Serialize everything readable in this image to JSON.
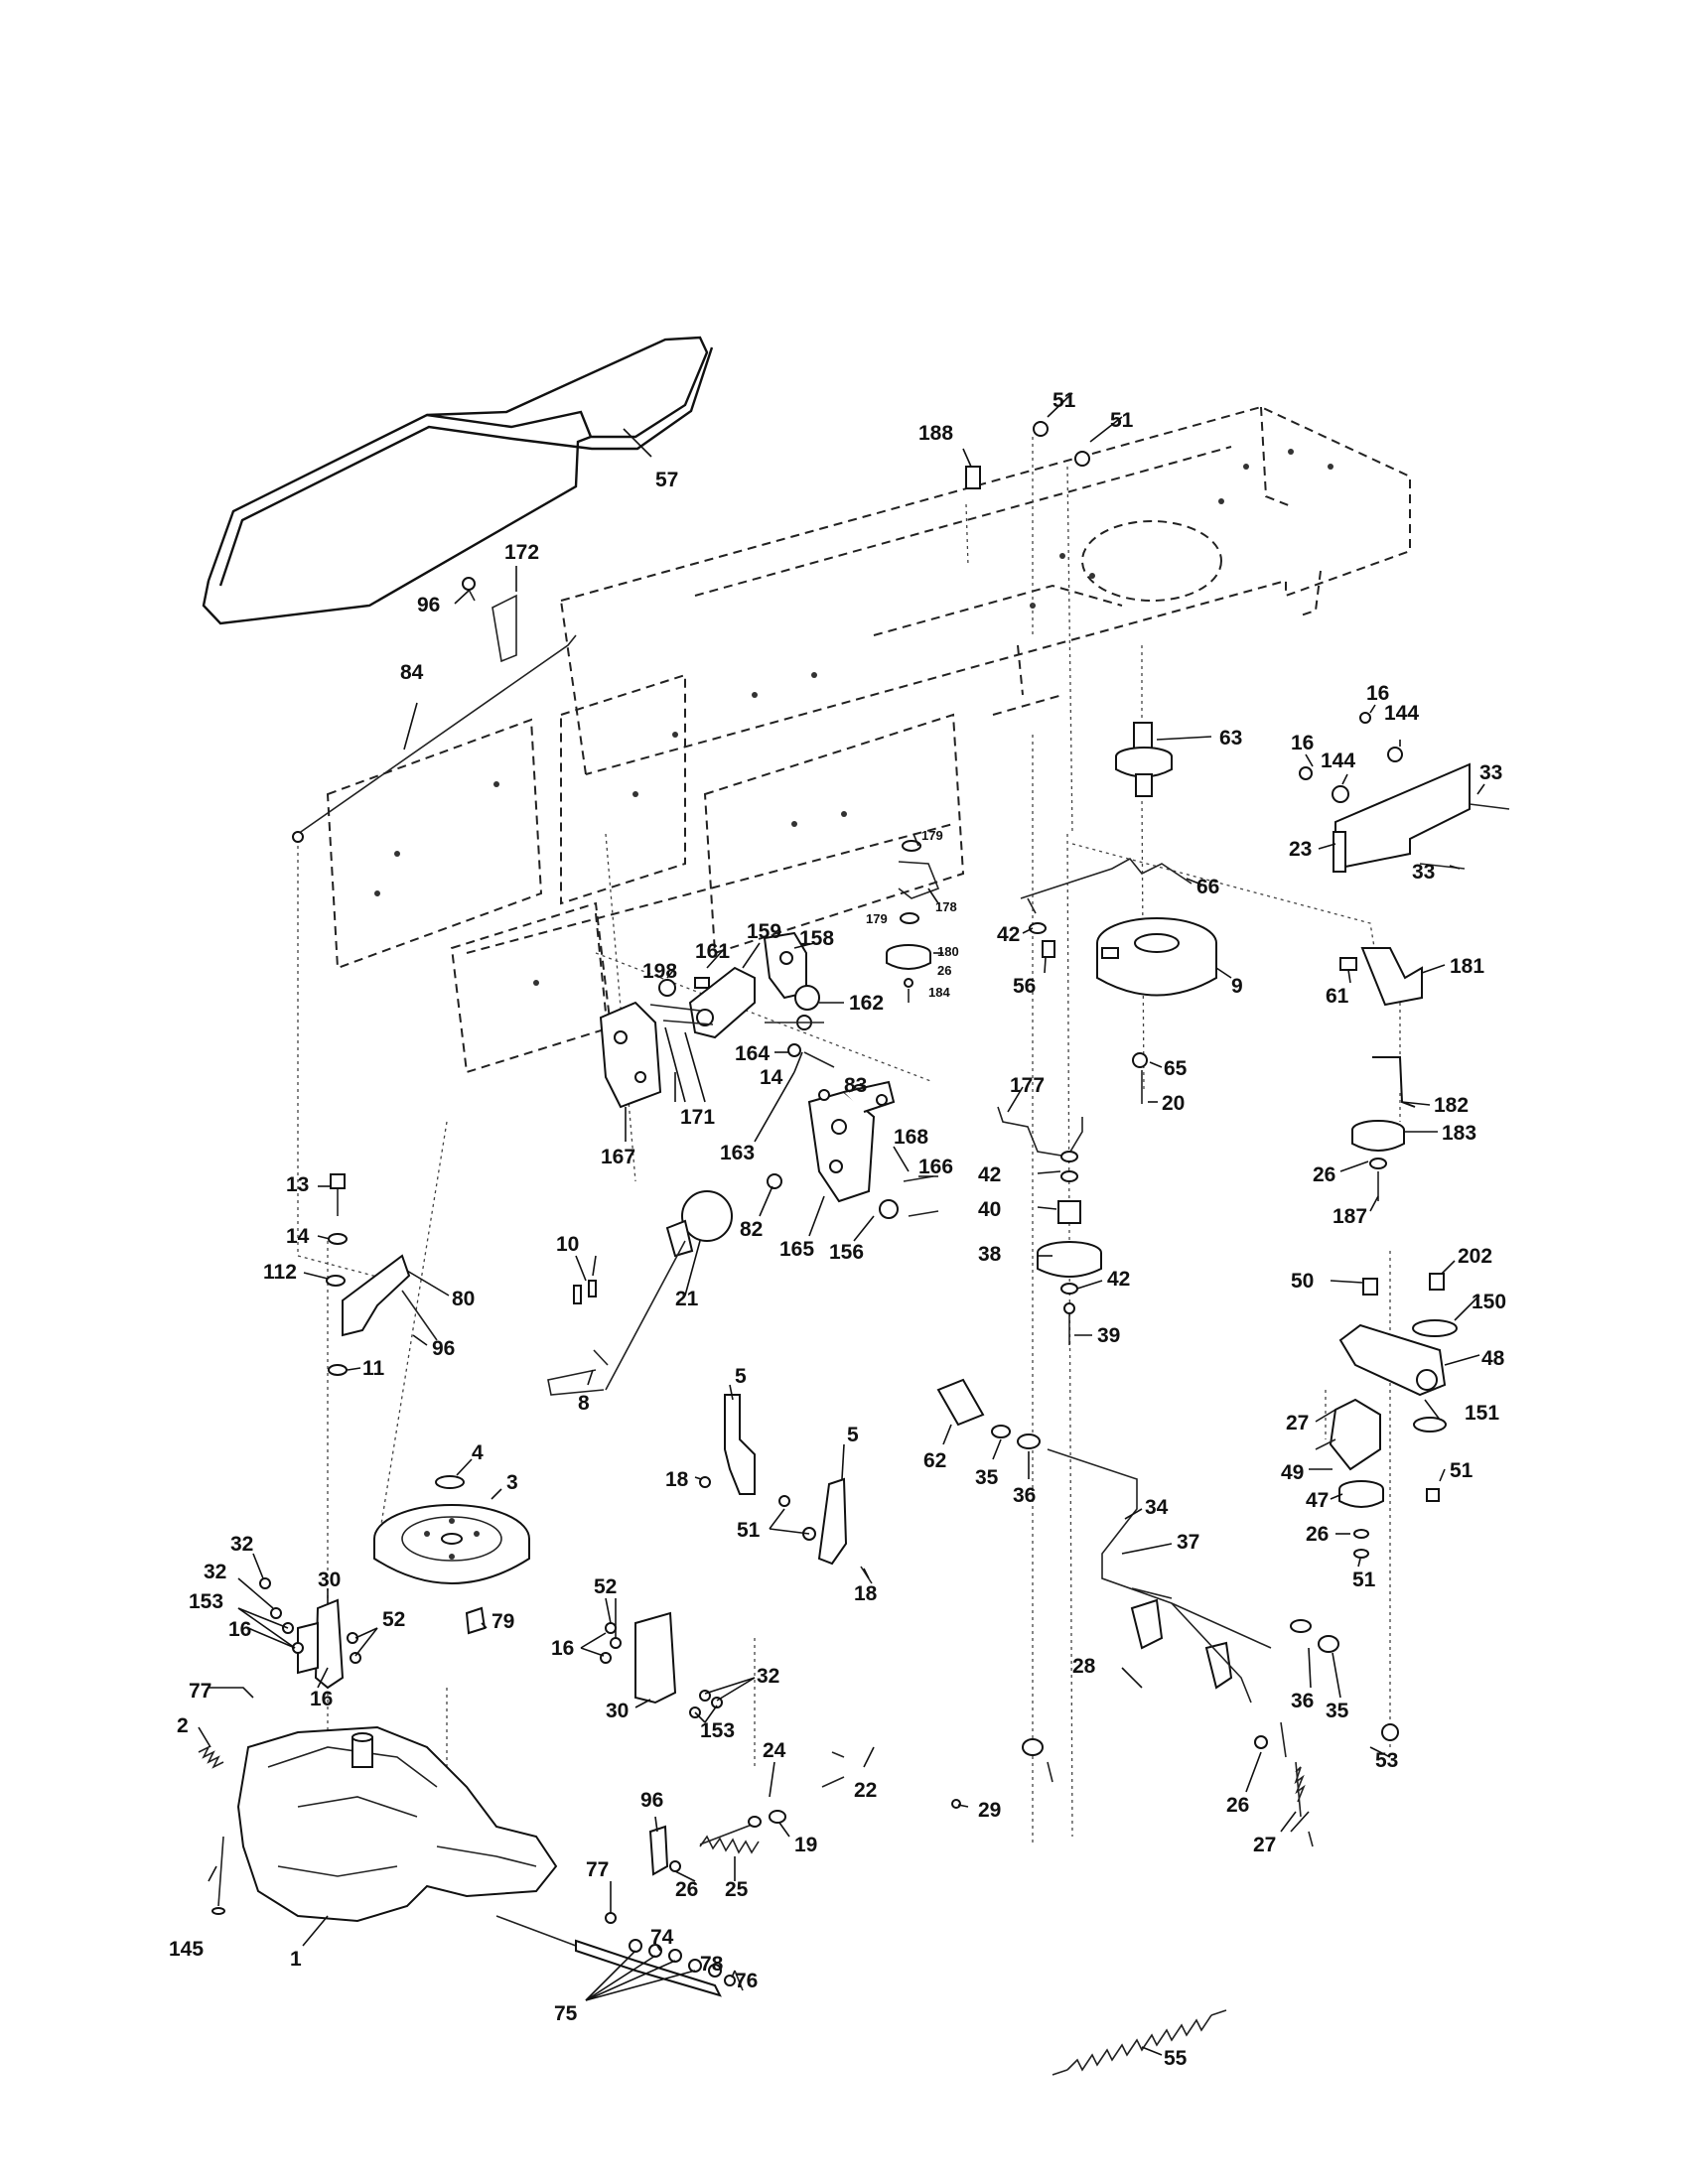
{
  "diagram": {
    "callouts": [
      {
        "id": "c57",
        "text": "57"
      },
      {
        "id": "c172",
        "text": "172"
      },
      {
        "id": "c96a",
        "text": "96"
      },
      {
        "id": "c84",
        "text": "84"
      },
      {
        "id": "c188",
        "text": "188"
      },
      {
        "id": "c51a",
        "text": "51"
      },
      {
        "id": "c51b",
        "text": "51"
      },
      {
        "id": "c63",
        "text": "63"
      },
      {
        "id": "c16a",
        "text": "16"
      },
      {
        "id": "c16b",
        "text": "16"
      },
      {
        "id": "c144a",
        "text": "144"
      },
      {
        "id": "c144b",
        "text": "144"
      },
      {
        "id": "c33a",
        "text": "33"
      },
      {
        "id": "c33b",
        "text": "33"
      },
      {
        "id": "c23",
        "text": "23"
      },
      {
        "id": "c66",
        "text": "66"
      },
      {
        "id": "c179a",
        "text": "179"
      },
      {
        "id": "c178",
        "text": "178"
      },
      {
        "id": "c179b",
        "text": "179"
      },
      {
        "id": "c180",
        "text": "180"
      },
      {
        "id": "c26a",
        "text": "26"
      },
      {
        "id": "c184",
        "text": "184"
      },
      {
        "id": "c42a",
        "text": "42"
      },
      {
        "id": "c56",
        "text": "56"
      },
      {
        "id": "c9",
        "text": "9"
      },
      {
        "id": "c65",
        "text": "65"
      },
      {
        "id": "c20",
        "text": "20"
      },
      {
        "id": "c61",
        "text": "61"
      },
      {
        "id": "c181",
        "text": "181"
      },
      {
        "id": "c182",
        "text": "182"
      },
      {
        "id": "c183",
        "text": "183"
      },
      {
        "id": "c26b",
        "text": "26"
      },
      {
        "id": "c187",
        "text": "187"
      },
      {
        "id": "c161",
        "text": "161"
      },
      {
        "id": "c159",
        "text": "159"
      },
      {
        "id": "c158",
        "text": "158"
      },
      {
        "id": "c198",
        "text": "198"
      },
      {
        "id": "c162",
        "text": "162"
      },
      {
        "id": "c164",
        "text": "164"
      },
      {
        "id": "c14a",
        "text": "14"
      },
      {
        "id": "c83",
        "text": "83"
      },
      {
        "id": "c171",
        "text": "171"
      },
      {
        "id": "c163",
        "text": "163"
      },
      {
        "id": "c167",
        "text": "167"
      },
      {
        "id": "c168",
        "text": "168"
      },
      {
        "id": "c166",
        "text": "166"
      },
      {
        "id": "c82",
        "text": "82"
      },
      {
        "id": "c165",
        "text": "165"
      },
      {
        "id": "c156",
        "text": "156"
      },
      {
        "id": "c177",
        "text": "177"
      },
      {
        "id": "c42b",
        "text": "42"
      },
      {
        "id": "c40",
        "text": "40"
      },
      {
        "id": "c38",
        "text": "38"
      },
      {
        "id": "c42c",
        "text": "42"
      },
      {
        "id": "c39",
        "text": "39"
      },
      {
        "id": "c13",
        "text": "13"
      },
      {
        "id": "c14b",
        "text": "14"
      },
      {
        "id": "c112",
        "text": "112"
      },
      {
        "id": "c80",
        "text": "80"
      },
      {
        "id": "c96b",
        "text": "96"
      },
      {
        "id": "c11",
        "text": "11"
      },
      {
        "id": "c10",
        "text": "10"
      },
      {
        "id": "c21",
        "text": "21"
      },
      {
        "id": "c8",
        "text": "8"
      },
      {
        "id": "c50",
        "text": "50"
      },
      {
        "id": "c202",
        "text": "202"
      },
      {
        "id": "c150",
        "text": "150"
      },
      {
        "id": "c48",
        "text": "48"
      },
      {
        "id": "c27a",
        "text": "27"
      },
      {
        "id": "c151",
        "text": "151"
      },
      {
        "id": "c49",
        "text": "49"
      },
      {
        "id": "c51c",
        "text": "51"
      },
      {
        "id": "c47",
        "text": "47"
      },
      {
        "id": "c26c",
        "text": "26"
      },
      {
        "id": "c51d",
        "text": "51"
      },
      {
        "id": "c5a",
        "text": "5"
      },
      {
        "id": "c5b",
        "text": "5"
      },
      {
        "id": "c18a",
        "text": "18"
      },
      {
        "id": "c51e",
        "text": "51"
      },
      {
        "id": "c18b",
        "text": "18"
      },
      {
        "id": "c62",
        "text": "62"
      },
      {
        "id": "c35a",
        "text": "35"
      },
      {
        "id": "c36a",
        "text": "36"
      },
      {
        "id": "c34",
        "text": "34"
      },
      {
        "id": "c37",
        "text": "37"
      },
      {
        "id": "c4",
        "text": "4"
      },
      {
        "id": "c3",
        "text": "3"
      },
      {
        "id": "c32a",
        "text": "32"
      },
      {
        "id": "c32b",
        "text": "32"
      },
      {
        "id": "c30a",
        "text": "30"
      },
      {
        "id": "c153a",
        "text": "153"
      },
      {
        "id": "c52a",
        "text": "52"
      },
      {
        "id": "c16c",
        "text": "16"
      },
      {
        "id": "c16d",
        "text": "16"
      },
      {
        "id": "c79",
        "text": "79"
      },
      {
        "id": "c52b",
        "text": "52"
      },
      {
        "id": "c16e",
        "text": "16"
      },
      {
        "id": "c32c",
        "text": "32"
      },
      {
        "id": "c30b",
        "text": "30"
      },
      {
        "id": "c153b",
        "text": "153"
      },
      {
        "id": "c77a",
        "text": "77"
      },
      {
        "id": "c2",
        "text": "2"
      },
      {
        "id": "c28",
        "text": "28"
      },
      {
        "id": "c36b",
        "text": "36"
      },
      {
        "id": "c35b",
        "text": "35"
      },
      {
        "id": "c53",
        "text": "53"
      },
      {
        "id": "c24",
        "text": "24"
      },
      {
        "id": "c22",
        "text": "22"
      },
      {
        "id": "c29",
        "text": "29"
      },
      {
        "id": "c26d",
        "text": "26"
      },
      {
        "id": "c27b",
        "text": "27"
      },
      {
        "id": "c19",
        "text": "19"
      },
      {
        "id": "c96c",
        "text": "96"
      },
      {
        "id": "c25",
        "text": "25"
      },
      {
        "id": "c26e",
        "text": "26"
      },
      {
        "id": "c145",
        "text": "145"
      },
      {
        "id": "c1",
        "text": "1"
      },
      {
        "id": "c77b",
        "text": "77"
      },
      {
        "id": "c74",
        "text": "74"
      },
      {
        "id": "c78",
        "text": "78"
      },
      {
        "id": "c76",
        "text": "76"
      },
      {
        "id": "c75",
        "text": "75"
      },
      {
        "id": "c55",
        "text": "55"
      }
    ]
  }
}
